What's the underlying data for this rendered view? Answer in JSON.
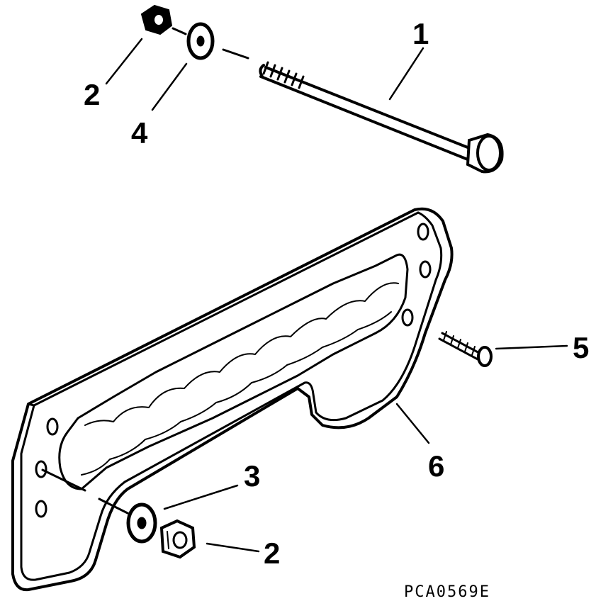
{
  "diagram": {
    "callouts": {
      "c1": "1",
      "c2_top": "2",
      "c4": "4",
      "c5": "5",
      "c6": "6",
      "c3": "3",
      "c2_bottom": "2"
    },
    "reference_code": "PCA0569E"
  }
}
